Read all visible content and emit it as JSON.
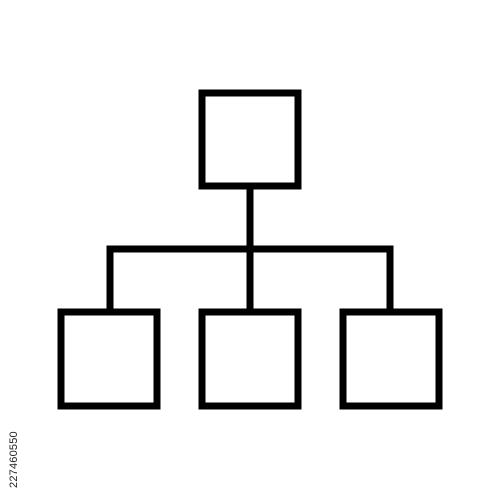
{
  "diagram": {
    "type": "hierarchy",
    "stroke_color": "#000000",
    "background_color": "#ffffff",
    "nodes": [
      {
        "id": "root",
        "label": ""
      },
      {
        "id": "child-left",
        "label": ""
      },
      {
        "id": "child-center",
        "label": ""
      },
      {
        "id": "child-right",
        "label": ""
      }
    ],
    "edges": [
      {
        "from": "root",
        "to": "child-left"
      },
      {
        "from": "root",
        "to": "child-center"
      },
      {
        "from": "root",
        "to": "child-right"
      }
    ]
  },
  "image_id_text": "227460550"
}
